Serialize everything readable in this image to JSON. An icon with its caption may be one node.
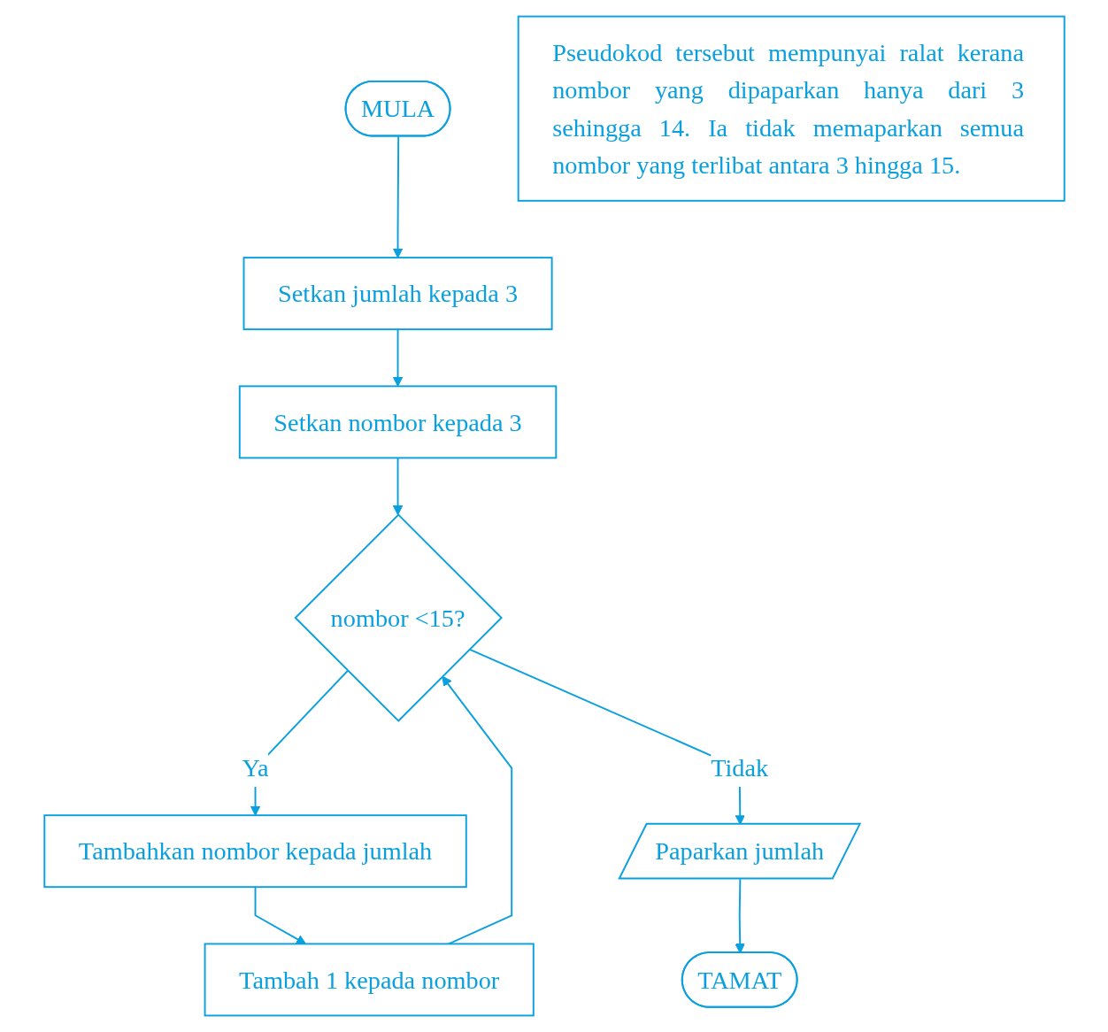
{
  "diagram": {
    "nodes": [
      {
        "text": [
          "MULA"
        ]
      },
      {
        "text": [
          "Setkan jumlah kepada 3"
        ]
      },
      {
        "text": [
          "Setkan nombor kepada 3"
        ]
      },
      {
        "text": [
          "nombor <15?"
        ]
      },
      {
        "text": [
          "Tambahkan nombor kepada jumlah"
        ]
      },
      {
        "text": [
          "Tambah 1 kepada nombor"
        ]
      },
      {
        "text": [
          "Paparkan jumlah"
        ]
      },
      {
        "text": [
          "TAMAT"
        ]
      },
      {
        "text": [
          "Pseudokod tersebut mempunyai ralat kerana nombor yang dipaparkan hanya dari 3 sehingga 14. Ia tidak memaparkan semua nombor yang terlibat antara 3 hingga 15."
        ]
      }
    ],
    "edges": [
      {
        "from": 0,
        "to": 1,
        "arrow": "to"
      },
      {
        "from": 1,
        "to": 2,
        "arrow": "to"
      },
      {
        "from": 2,
        "to": 3,
        "arrow": "to"
      },
      {
        "from": 3,
        "to": 4,
        "arrow": "to",
        "label": "Ya"
      },
      {
        "from": 4,
        "to": 5,
        "arrow": "to"
      },
      {
        "from": 5,
        "to": 3,
        "arrow": "to"
      },
      {
        "from": 3,
        "to": 6,
        "arrow": "to",
        "label": "Tidak"
      },
      {
        "from": 6,
        "to": 7,
        "arrow": "to"
      }
    ]
  }
}
